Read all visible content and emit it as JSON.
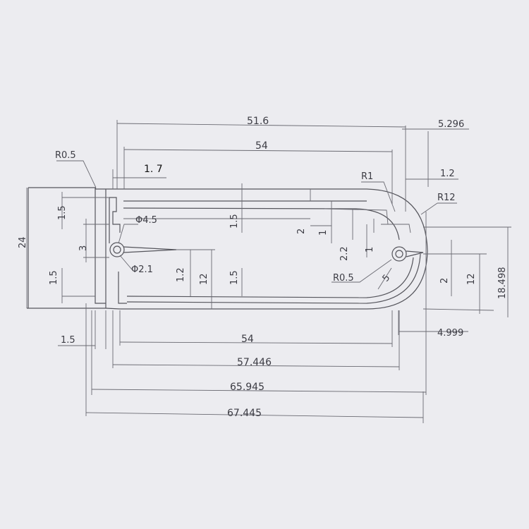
{
  "drawing": {
    "top_dims": {
      "d_51_6": "51.6",
      "d_5_296": "5.296",
      "d_54_top": "54",
      "d_1_7": "1. 7",
      "d_1_2": "1.2"
    },
    "radius_labels": {
      "r0_5_top": "R0.5",
      "r1": "R1",
      "r12": "R12",
      "r0_5_right": "R0.5",
      "r_5": "5"
    },
    "diameter_labels": {
      "phi_4_5": "Φ4.5",
      "phi_2_1": "Φ2.1"
    },
    "left_dims": {
      "d_24": "24",
      "d_1_5_upper": "1.5",
      "d_3": "3",
      "d_1_5_lower": "1.5",
      "d_1_5_bottom": "1.5"
    },
    "center_dims": {
      "d_1_2": "1.2",
      "d_12": "12",
      "d_1_5_mid_upper": "1.5",
      "d_1_5_mid_lower": "1.5"
    },
    "right_dims": {
      "d_2_upper": "2",
      "d_1": "1",
      "d_2_2": "2.2",
      "d_1_small": "1",
      "d_2_lower": "2",
      "d_12": "12",
      "d_18_498": "18.498",
      "d_4_999": "4.999"
    },
    "bottom_dims": {
      "d_54": "54",
      "d_57_446": "57.446",
      "d_65_945": "65.945",
      "d_67_445": "67.445"
    }
  }
}
